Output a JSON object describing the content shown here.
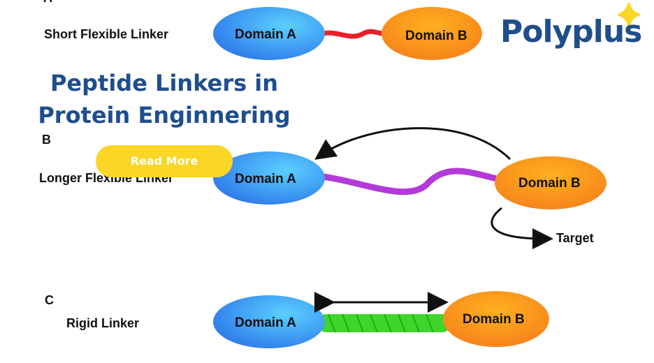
{
  "panels": [
    {
      "letter": "A",
      "label": "Short Flexible Linker",
      "domain_a": "Domain A",
      "domain_b": "Domain B",
      "linker_color": "#e8202a"
    },
    {
      "letter": "B",
      "label": "Longer Flexible Linker",
      "domain_a": "Domain A",
      "domain_b": "Domain B",
      "target": "Target",
      "linker_color": "#b23ad8"
    },
    {
      "letter": "C",
      "label": "Rigid Linker",
      "domain_a": "Domain A",
      "domain_b": "Domain B",
      "linker_color": "#3ed62a"
    }
  ],
  "title": {
    "line1": "Peptide Linkers in",
    "line2": "Protein Enginnering"
  },
  "button": {
    "label": "Read More",
    "color": "#fbd626"
  },
  "logo": {
    "text": "Polyplus",
    "brand_color": "#1f4e8c",
    "star_color": "#fbd626"
  },
  "colors": {
    "domain_a": "#3a8ff0",
    "domain_b": "#f79420"
  }
}
